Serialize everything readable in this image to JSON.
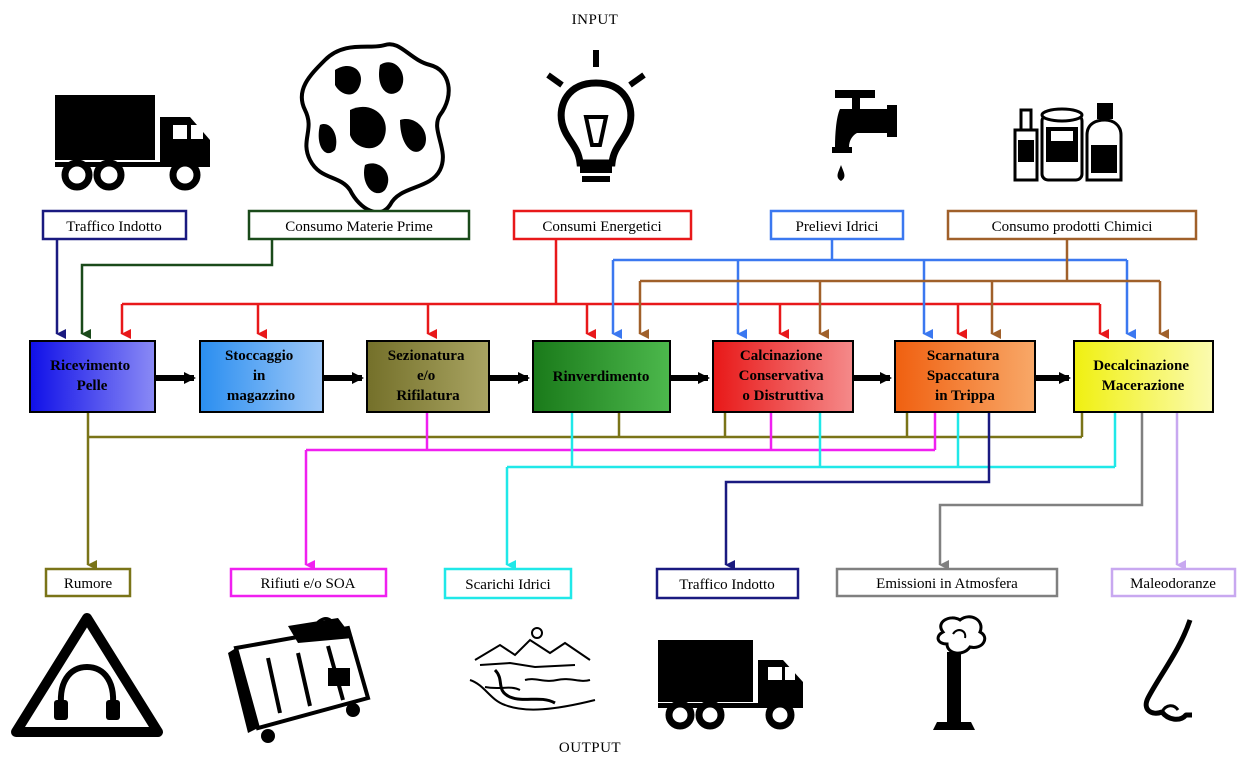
{
  "headings": {
    "input": "INPUT",
    "output": "OUTPUT"
  },
  "inputs": [
    {
      "id": "traffico-in",
      "label": "Traffico Indotto",
      "color": "#1a1a80",
      "icon": "truck-icon"
    },
    {
      "id": "materie-prime",
      "label": "Consumo Materie Prime",
      "color": "#1a4a1a",
      "icon": "cowhide-icon"
    },
    {
      "id": "energetici",
      "label": "Consumi Energetici",
      "color": "#e8181a",
      "icon": "lightbulb-icon"
    },
    {
      "id": "idrici",
      "label": "Prelievi Idrici",
      "color": "#3b78f0",
      "icon": "faucet-icon"
    },
    {
      "id": "chimici",
      "label": "Consumo prodotti Chimici",
      "color": "#a0602a",
      "icon": "chemical-bottles-icon"
    }
  ],
  "steps": [
    {
      "id": "ricevimento",
      "lines": [
        "Ricevimento",
        "Pelle"
      ],
      "color_from": "#1010e8",
      "color_to": "#8a8af5"
    },
    {
      "id": "stoccaggio",
      "lines": [
        "Stoccaggio",
        "in",
        "magazzino"
      ],
      "color_from": "#2a8ef0",
      "color_to": "#9ec8f8"
    },
    {
      "id": "sezionatura",
      "lines": [
        "Sezionatura",
        "e/o",
        "Rifilatura"
      ],
      "color_from": "#74702a",
      "color_to": "#a9a462"
    },
    {
      "id": "rinverdimento",
      "lines": [
        "Rinverdimento"
      ],
      "color_from": "#1a7a1a",
      "color_to": "#4cb84c"
    },
    {
      "id": "calcinazione",
      "lines": [
        "Calcinazione",
        "Conservativa",
        "o Distruttiva"
      ],
      "color_from": "#e81818",
      "color_to": "#f58a8a"
    },
    {
      "id": "scarnatura",
      "lines": [
        "Scarnatura",
        "Spaccatura",
        "in Trippa"
      ],
      "color_from": "#f06010",
      "color_to": "#f8a868"
    },
    {
      "id": "decalcinazione",
      "lines": [
        "Decalcinazione",
        "Macerazione"
      ],
      "color_from": "#f0f010",
      "color_to": "#fbfbb0"
    }
  ],
  "outputs": [
    {
      "id": "rumore",
      "label": "Rumore",
      "color": "#7a7418",
      "icon": "ear-protection-sign-icon"
    },
    {
      "id": "rifiuti",
      "label": "Rifiuti e/o SOA",
      "color": "#f020f0",
      "icon": "dumpster-icon"
    },
    {
      "id": "scarichi",
      "label": "Scarichi Idrici",
      "color": "#20e8e8",
      "icon": "water-discharge-icon"
    },
    {
      "id": "traffico-out",
      "label": "Traffico Indotto",
      "color": "#1a1a80",
      "icon": "truck-icon"
    },
    {
      "id": "emissioni",
      "label": "Emissioni in Atmosfera",
      "color": "#808080",
      "icon": "chimney-smoke-icon"
    },
    {
      "id": "maleodoranze",
      "label": "Maleodoranze",
      "color": "#c8a8f0",
      "icon": "nose-icon"
    }
  ]
}
